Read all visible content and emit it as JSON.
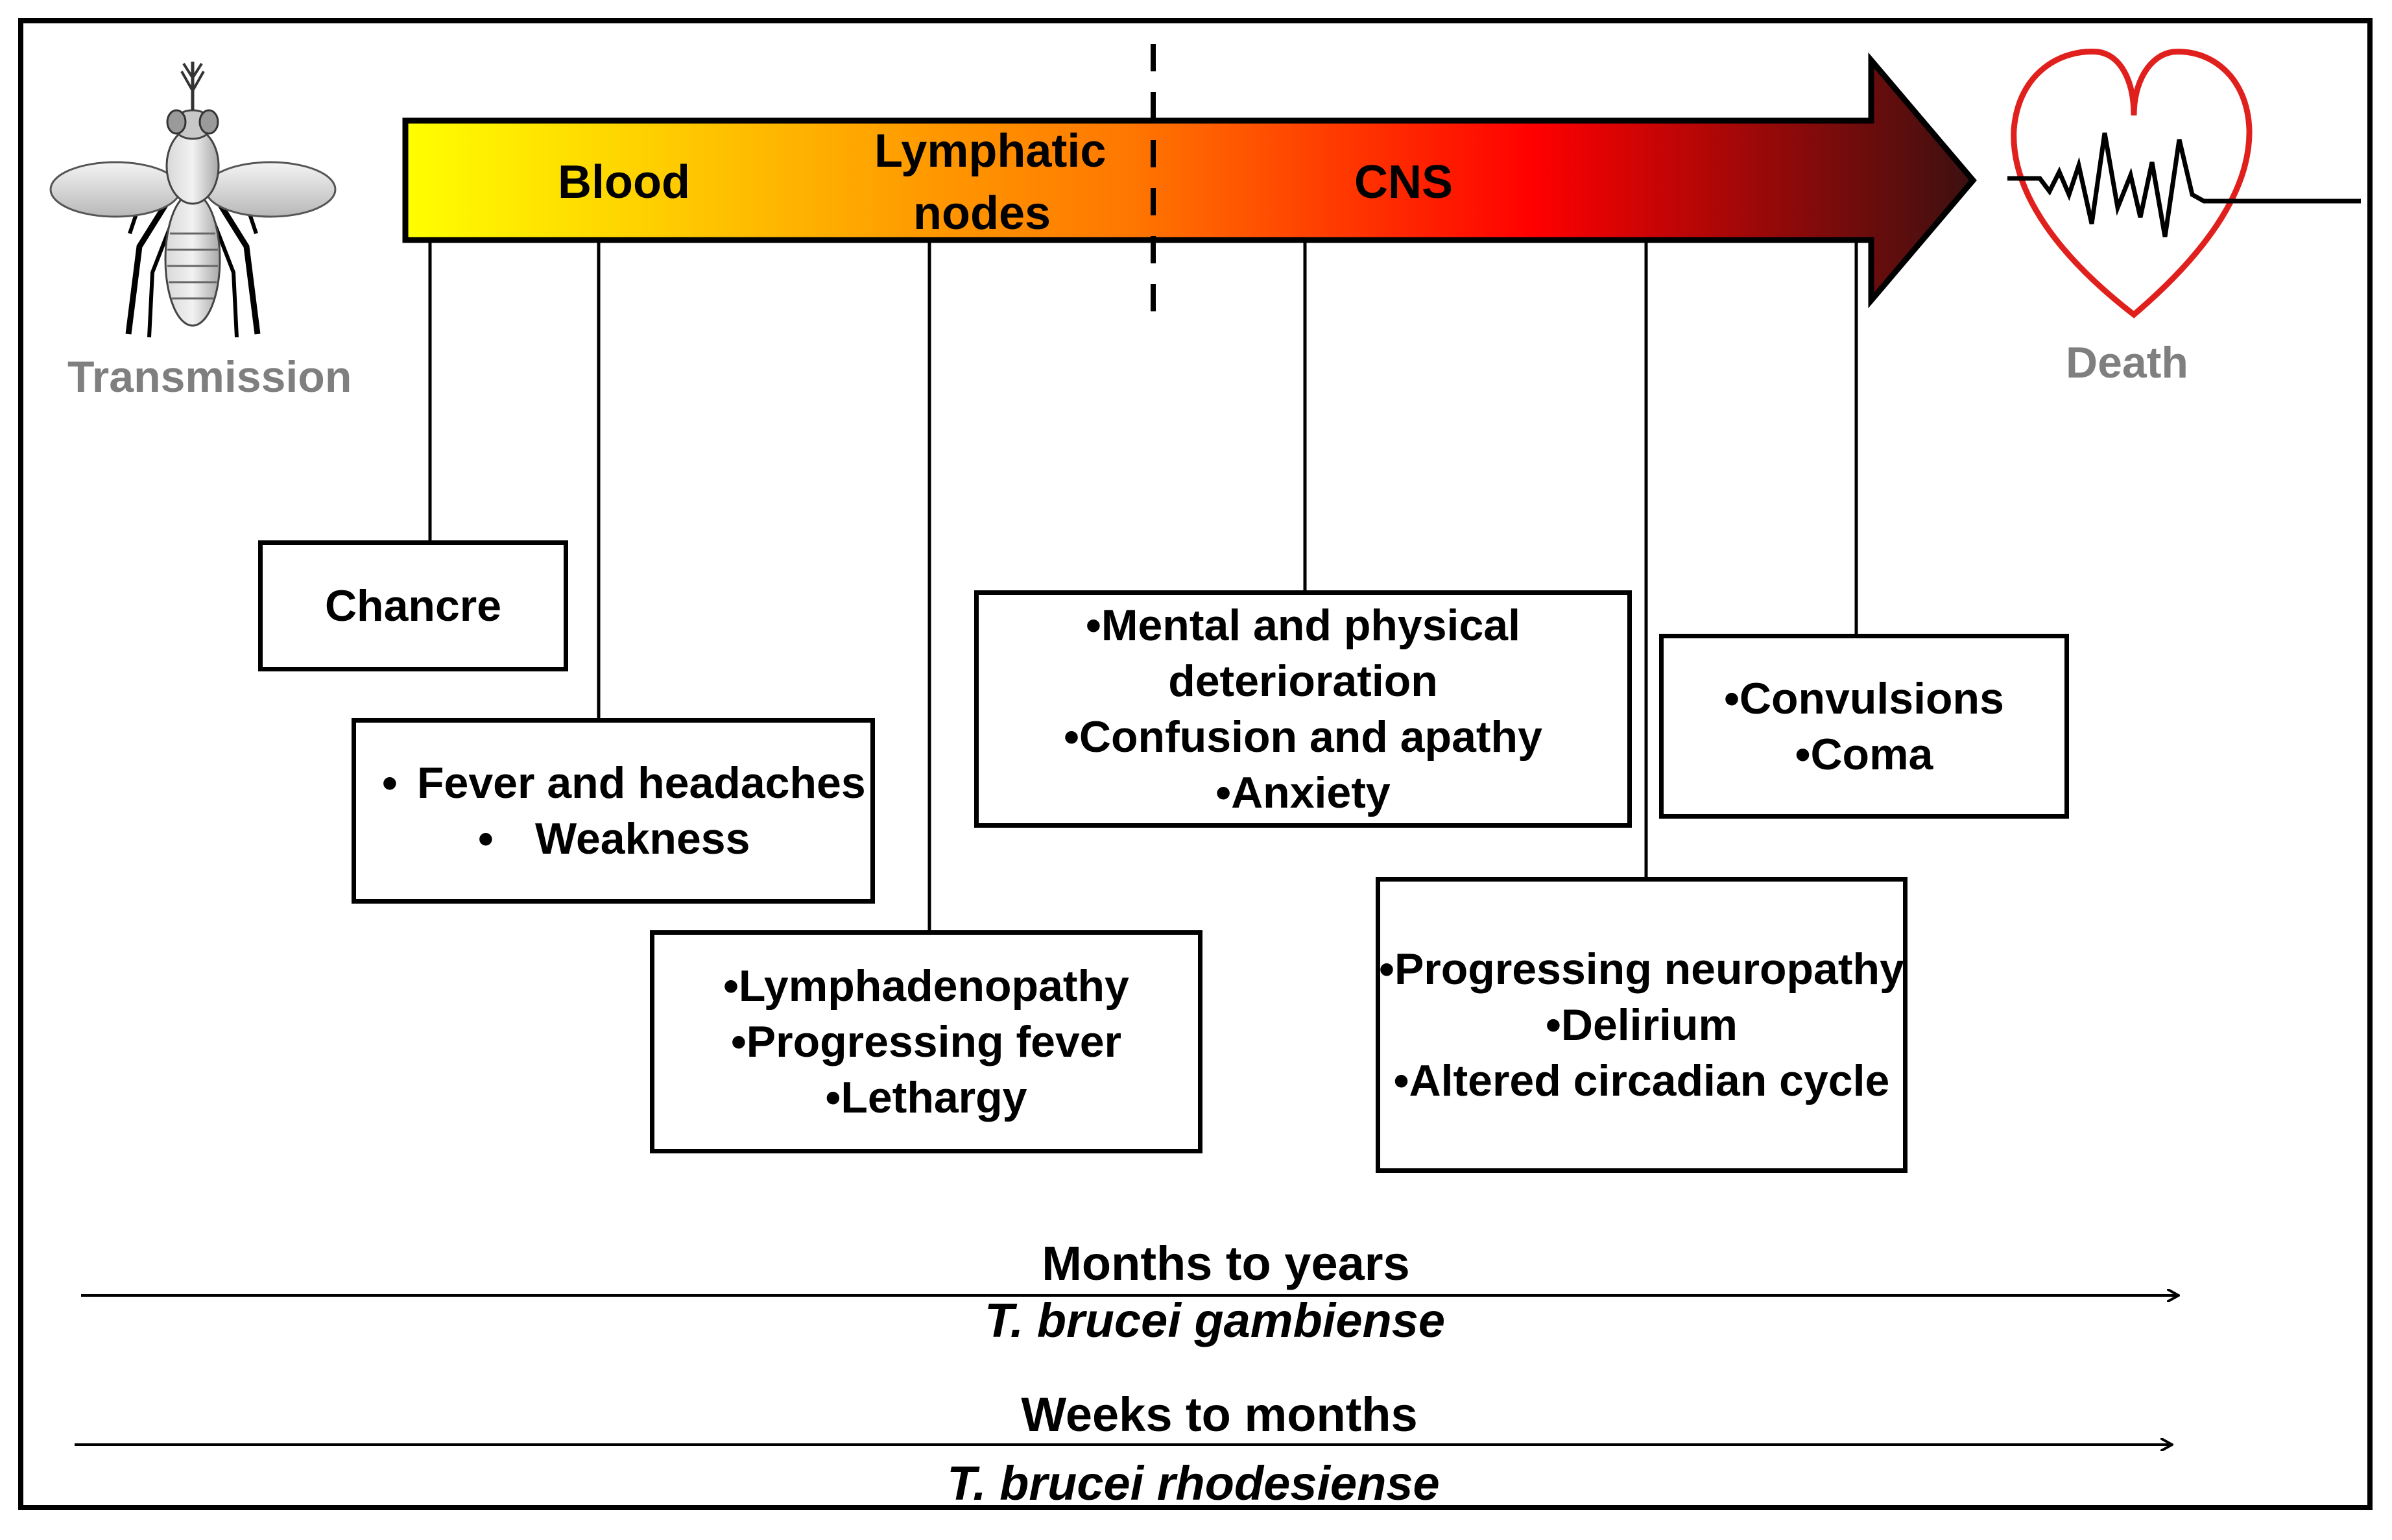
{
  "stages": {
    "blood": "Blood",
    "lymphatic": [
      "Lymphatic",
      "nodes"
    ],
    "cns": "CNS"
  },
  "endpoints": {
    "transmission": "Transmission",
    "death": "Death"
  },
  "boxes": {
    "chancre": [
      "Chancre"
    ],
    "fever": [
      "Fever and headaches",
      "Weakness"
    ],
    "lymph": [
      "Lymphadenopathy",
      "Progressing fever",
      "Lethargy"
    ],
    "mental": [
      "Mental and physical",
      "deterioration",
      "Confusion and apathy",
      "Anxiety"
    ],
    "neuro": [
      "Progressing neuropathy",
      "Delirium",
      "Altered circadian cycle"
    ],
    "convulsions": [
      "Convulsions",
      "Coma"
    ]
  },
  "timelines": {
    "gambiense": {
      "duration": "Months to years",
      "species": "T. brucei gambiense"
    },
    "rhodesiense": {
      "duration": "Weeks to months",
      "species": "T. brucei rhodesiense"
    }
  },
  "colors": {
    "arrow_start": "#ffff00",
    "arrow_mid": "#ff9900",
    "arrow_red": "#ff0000",
    "arrow_end": "#4a1010",
    "heart": "#e0201c",
    "label_grey": "#7f7f7f"
  }
}
